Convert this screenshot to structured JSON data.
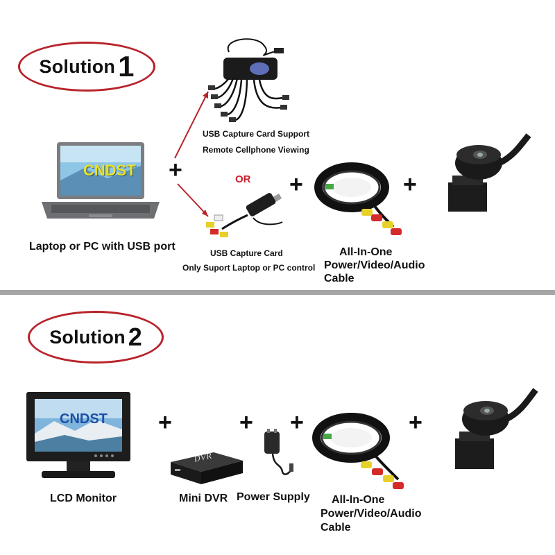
{
  "solution1": {
    "word": "Solution",
    "number": "1",
    "laptop_brand": "CNDST",
    "laptop_label": "Laptop or PC with USB port",
    "usb_card_support_line1": "USB Capture Card Support",
    "usb_card_support_line2": "Remote Cellphone Viewing",
    "or_text": "OR",
    "usb_card_line1": "USB Capture Card",
    "usb_card_line2": "Only Suport  Laptop or PC control",
    "cable_line1": "All-In-One",
    "cable_line2": "Power/Video/Audio",
    "cable_line3": "Cable",
    "plus": "+"
  },
  "solution2": {
    "word": "Solution",
    "number": "2",
    "monitor_brand": "CNDST",
    "monitor_label": "LCD Monitor",
    "dvr_label": "Mini DVR",
    "dvr_box_text": "DVR",
    "power_label": "Power Supply",
    "cable_line1": "All-In-One",
    "cable_line2": "Power/Video/Audio",
    "cable_line3": "Cable",
    "plus": "+"
  },
  "colors": {
    "accent_red": "#b8232b",
    "divider": "#a5a5a5",
    "laptop_body": "#6d6f73",
    "camera_body": "#1a1a1a"
  }
}
